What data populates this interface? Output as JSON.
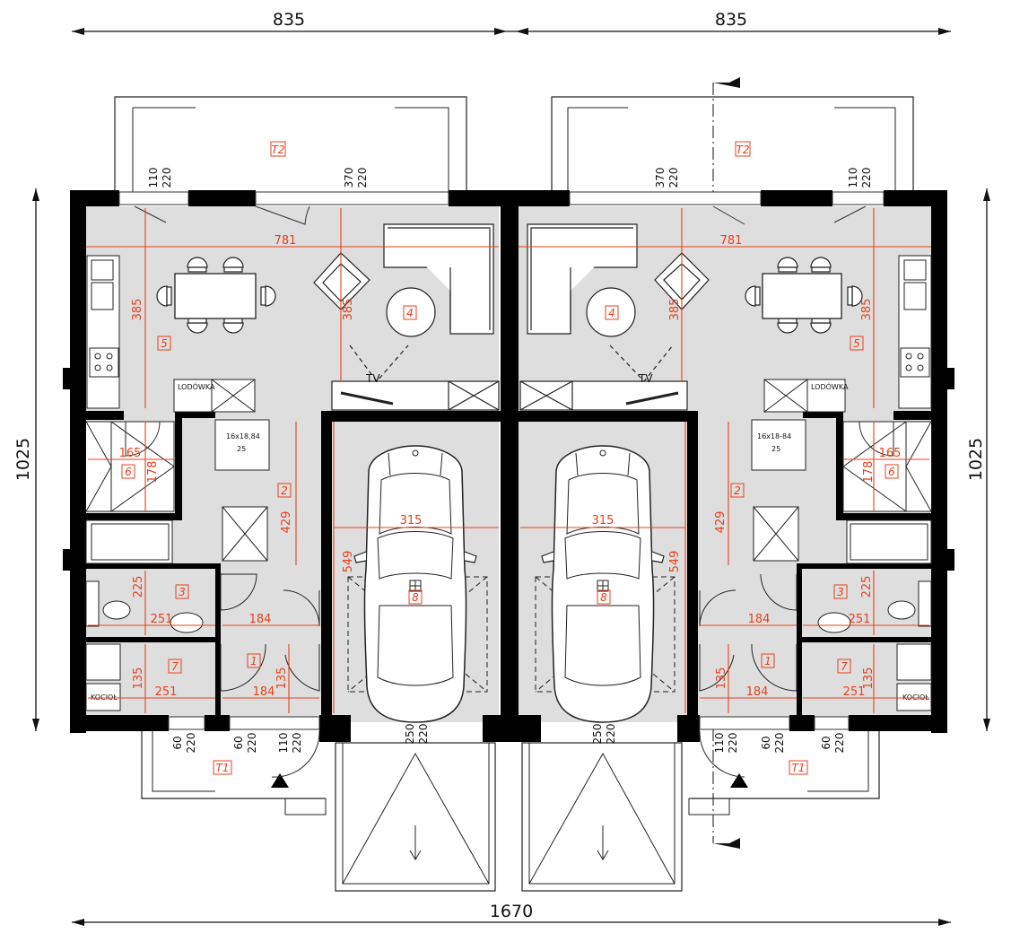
{
  "overall": {
    "half_width_left": "835",
    "half_width_right": "835",
    "total_width": "1670",
    "depth_left": "1025",
    "depth_right": "1025"
  },
  "rooms": {
    "r1": "1",
    "r2": "2",
    "r3": "3",
    "r4": "4",
    "r5": "5",
    "r6": "6",
    "r7": "7",
    "r8": "8",
    "t1": "T1",
    "t2": "T2"
  },
  "dims": {
    "living_width": "781",
    "kitchen_depth": "385",
    "living_depth": "385",
    "pantry_width": "165",
    "pantry_depth": "178",
    "bath_depth": "225",
    "bath_width": "251",
    "boiler_width": "251",
    "boiler_depth": "135",
    "hall_width_a": "184",
    "hall_width_b": "184",
    "hall_depth": "135",
    "stair_len": "429",
    "garage_width": "315",
    "garage_depth": "549",
    "stairs_spec": "16x18,84",
    "stairs_spec_right": "16x18-84",
    "stairs_tread": "25"
  },
  "openings": {
    "w_small_a": "110",
    "w_small_b": "220",
    "w_big_a": "370",
    "w_big_b": "220",
    "w60_a": "60",
    "w60_b": "220",
    "door_a": "110",
    "door_b": "220",
    "gate_a": "250",
    "gate_b": "220"
  },
  "labels": {
    "fridge": "LODÓWKA",
    "boiler": "KOCIOŁ",
    "tv": "TV"
  },
  "colors": {
    "wall": "#000000",
    "floor": "#dedede",
    "dimension": "#e8411c",
    "line": "#1a1a1a"
  }
}
